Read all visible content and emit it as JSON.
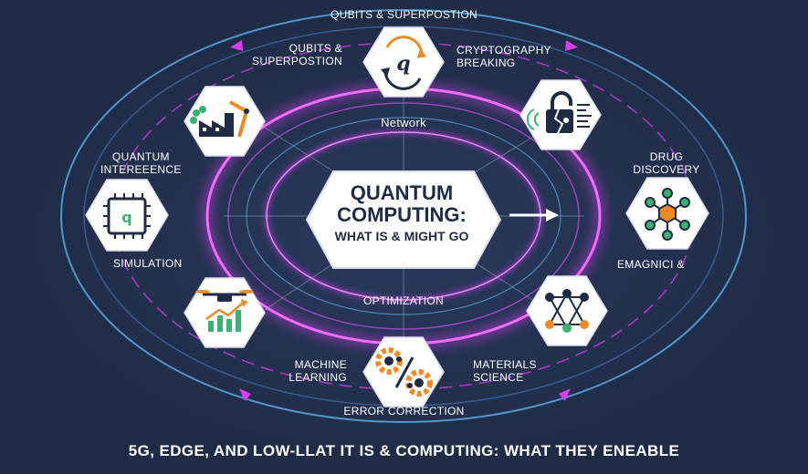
{
  "diagram": {
    "top_arc_label": "QUBITS & SUPERPOSTION",
    "bottom_arc_label": "ERROR CORRECTION",
    "center": {
      "line1": "QUANTUM",
      "line2": "COMPUTING:",
      "line3": "WHAT IS & MIGHT GO"
    },
    "inner_labels": {
      "network": "Network",
      "optimization": "OPTIMIZATION"
    },
    "nodes": [
      {
        "id": "qubits",
        "label_l1": "QUBITS &",
        "label_l2": "SUPERPOSTION",
        "icon": "quantum-q-cycle-icon"
      },
      {
        "id": "crypto",
        "label_l1": "CRYPTOGRAPHY",
        "label_l2": "BREAKING",
        "icon": "broken-lock-icon"
      },
      {
        "id": "drug",
        "label_l1": "DRUG",
        "label_l2": "DISCOVERY",
        "icon": "molecule-network-icon"
      },
      {
        "id": "emagnici",
        "label_l1": "EMAGNICI &",
        "label_l2": "",
        "icon": "triangle-network-icon"
      },
      {
        "id": "materials",
        "label_l1": "MATERIALS",
        "label_l2": "SCIENCE",
        "icon": "gears-percent-icon"
      },
      {
        "id": "ml",
        "label_l1": "MACHINE",
        "label_l2": "LEARNING",
        "icon": "drone-chart-icon"
      },
      {
        "id": "simulation",
        "label_l1": "SIMULATION",
        "label_l2": "",
        "icon": "chip-q-icon"
      },
      {
        "id": "interference",
        "label_l1": "QUANTUM",
        "label_l2": "INTEREEENCE",
        "icon": "factory-robot-arm-icon"
      }
    ],
    "footer": "5G, EDGE, AND LOW-LLAT IT IS & COMPUTING: WHAT THEY ENEABLE",
    "colors": {
      "background": "#1f2b45",
      "glow_magenta": "#d63cf0",
      "ring_blue": "#5aa8e8",
      "hex_fill": "#ffffff",
      "navy": "#1f2b45",
      "orange": "#f08a24",
      "green": "#3bb273"
    }
  }
}
